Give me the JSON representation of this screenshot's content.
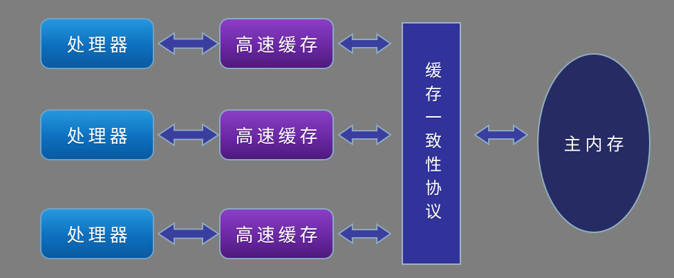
{
  "diagram": {
    "title": "cache-coherence-architecture-diagram",
    "background_color": "#7E7E7E",
    "rows": [
      {
        "processor_label": "处理器",
        "cache_label": "高速缓存"
      },
      {
        "processor_label": "处理器",
        "cache_label": "高速缓存"
      },
      {
        "processor_label": "处理器",
        "cache_label": "高速缓存"
      }
    ],
    "protocol_bar": {
      "label": "缓存一致性协议"
    },
    "main_memory": {
      "label": "主内存"
    },
    "connections": [
      "processor-1 <-> cache-1",
      "processor-2 <-> cache-2",
      "processor-3 <-> cache-3",
      "cache-1 <-> protocol-bar",
      "cache-2 <-> protocol-bar",
      "cache-3 <-> protocol-bar",
      "protocol-bar <-> main-memory"
    ],
    "colors": {
      "processor_gradient_top": "#2598DE",
      "processor_gradient_bottom": "#0A5AA0",
      "cache_gradient_top": "#8B3EC6",
      "cache_gradient_bottom": "#4F197D",
      "protocol_bar_fill": "#31339B",
      "main_memory_fill": "#262B64",
      "arrow_fill": "#3A3F9F",
      "arrow_outline": "#8FA9C0",
      "shape_border": "#7FA6C6",
      "text_color": "#FFFFFF"
    }
  }
}
